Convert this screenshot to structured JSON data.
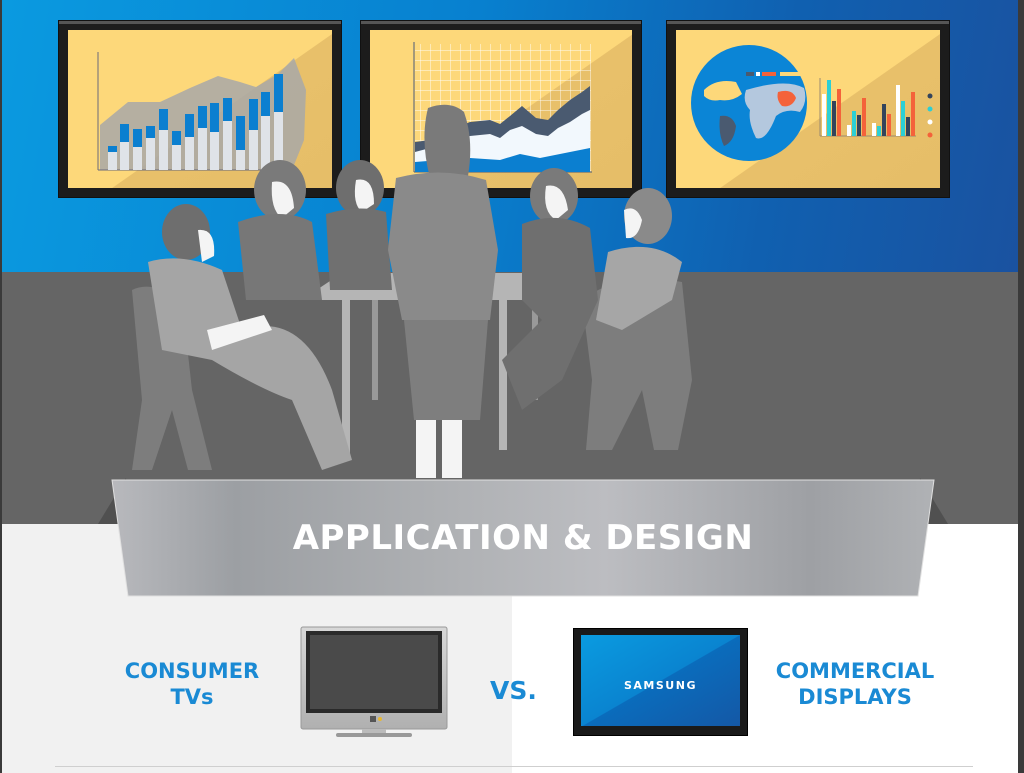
{
  "banner": {
    "title": "APPLICATION & DESIGN"
  },
  "comparison": {
    "left_label_line1": "CONSUMER",
    "left_label_line2": "TVs",
    "vs_label": "VS.",
    "right_label_line1": "COMMERCIAL",
    "right_label_line2": "DISPLAYS",
    "commercial_display_brand": "SAMSUNG"
  },
  "illustration": {
    "scene": "meeting-room-with-three-wall-displays",
    "monitors": [
      {
        "content": "bar-chart-over-area",
        "icon": "bar-chart-icon"
      },
      {
        "content": "stacked-area-chart-with-grid",
        "icon": "area-chart-icon"
      },
      {
        "content": "world-map-globe-with-bar-chart",
        "icon": "globe-icon"
      }
    ]
  },
  "colors": {
    "wall_blue": "#0a8ed8",
    "floor_gray": "#656565",
    "screen_yellow": "#fdd87a",
    "accent_blue": "#1a8ad4",
    "chart_blue": "#0b7fd0",
    "chart_orange": "#f4623a",
    "chart_teal": "#2ccfd5",
    "chart_navy": "#33445c"
  }
}
